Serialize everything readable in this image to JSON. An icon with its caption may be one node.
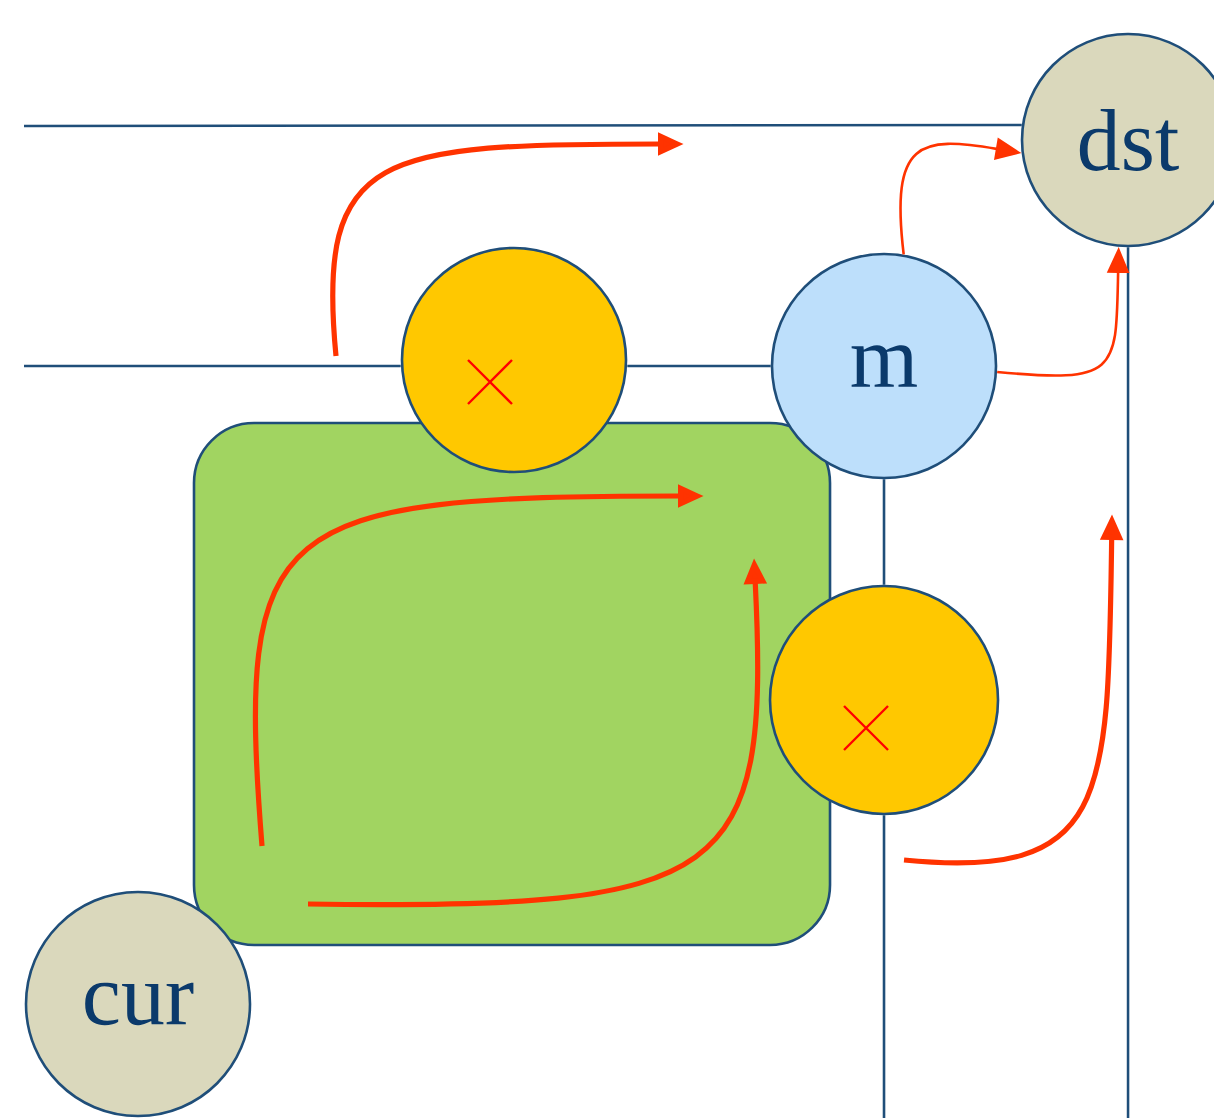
{
  "diagram": {
    "nodes": [
      {
        "text": [
          "dst"
        ]
      },
      {
        "text": [],
        "shape": "circle"
      },
      {
        "text": [
          "m"
        ]
      },
      {
        "text": [],
        "shape": "box"
      },
      {
        "text": [],
        "shape": "circle"
      },
      {
        "text": [
          "cur"
        ]
      }
    ],
    "edges": [
      {
        "from": null,
        "to": 0,
        "arrow": "none"
      },
      {
        "from": null,
        "to": 2,
        "arrow": "none"
      },
      {
        "from": 2,
        "to": null,
        "arrow": "none"
      },
      {
        "from": 0,
        "to": null,
        "arrow": "none"
      },
      {
        "from": 2,
        "to": 0,
        "arrow": "to",
        "color": "#ff3300"
      },
      {
        "from": 2,
        "to": 0,
        "arrow": "to",
        "color": "#ff3300"
      }
    ]
  }
}
